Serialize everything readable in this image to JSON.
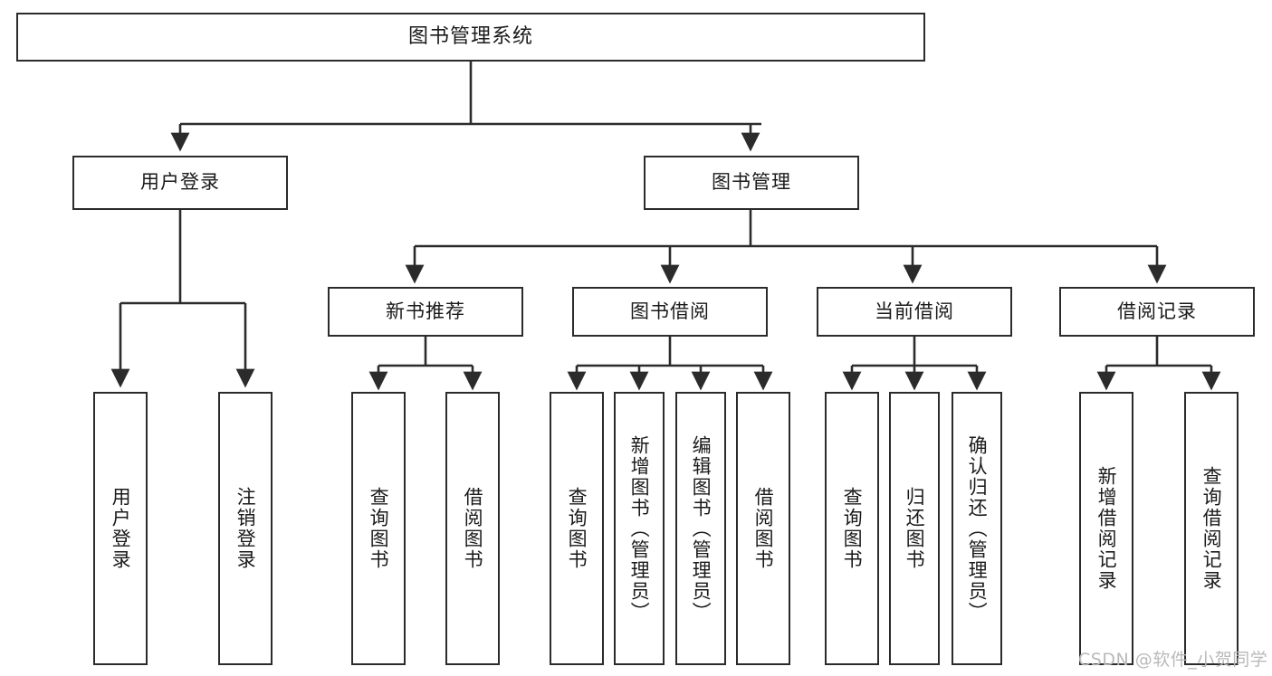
{
  "diagram": {
    "title": "图书管理系统",
    "type": "tree-hierarchy-chart",
    "nodes": {
      "root": {
        "label": "图书管理系统"
      },
      "level2": [
        {
          "id": "user-login",
          "label": "用户登录"
        },
        {
          "id": "book-manage",
          "label": "图书管理"
        }
      ],
      "level3": [
        {
          "id": "new-book-recommend",
          "label": "新书推荐"
        },
        {
          "id": "book-borrow",
          "label": "图书借阅"
        },
        {
          "id": "current-borrow",
          "label": "当前借阅"
        },
        {
          "id": "borrow-record",
          "label": "借阅记录"
        }
      ],
      "leaves": {
        "user-login": [
          {
            "id": "leaf-user-login",
            "label": "用户登录"
          },
          {
            "id": "leaf-logout",
            "label": "注销登录"
          }
        ],
        "new-book-recommend": [
          {
            "id": "leaf-query-book-1",
            "label": "查询图书"
          },
          {
            "id": "leaf-borrow-book-1",
            "label": "借阅图书"
          }
        ],
        "book-borrow": [
          {
            "id": "leaf-query-book-2",
            "label": "查询图书"
          },
          {
            "id": "leaf-add-book",
            "label": "新增图书（管理员）"
          },
          {
            "id": "leaf-edit-book",
            "label": "编辑图书（管理员）"
          },
          {
            "id": "leaf-borrow-book-2",
            "label": "借阅图书"
          }
        ],
        "current-borrow": [
          {
            "id": "leaf-query-book-3",
            "label": "查询图书"
          },
          {
            "id": "leaf-return-book",
            "label": "归还图书"
          },
          {
            "id": "leaf-confirm-return",
            "label": "确认归还（管理员）"
          }
        ],
        "borrow-record": [
          {
            "id": "leaf-add-record",
            "label": "新增借阅记录"
          },
          {
            "id": "leaf-query-record",
            "label": "查询借阅记录"
          }
        ]
      }
    },
    "colors": {
      "stroke": "#2b2b2b",
      "fill": "#ffffff",
      "text": "#1a1a1a",
      "watermark": "#b9b9b9"
    }
  },
  "watermark": {
    "text": "CSDN @软件_小贺同学"
  }
}
